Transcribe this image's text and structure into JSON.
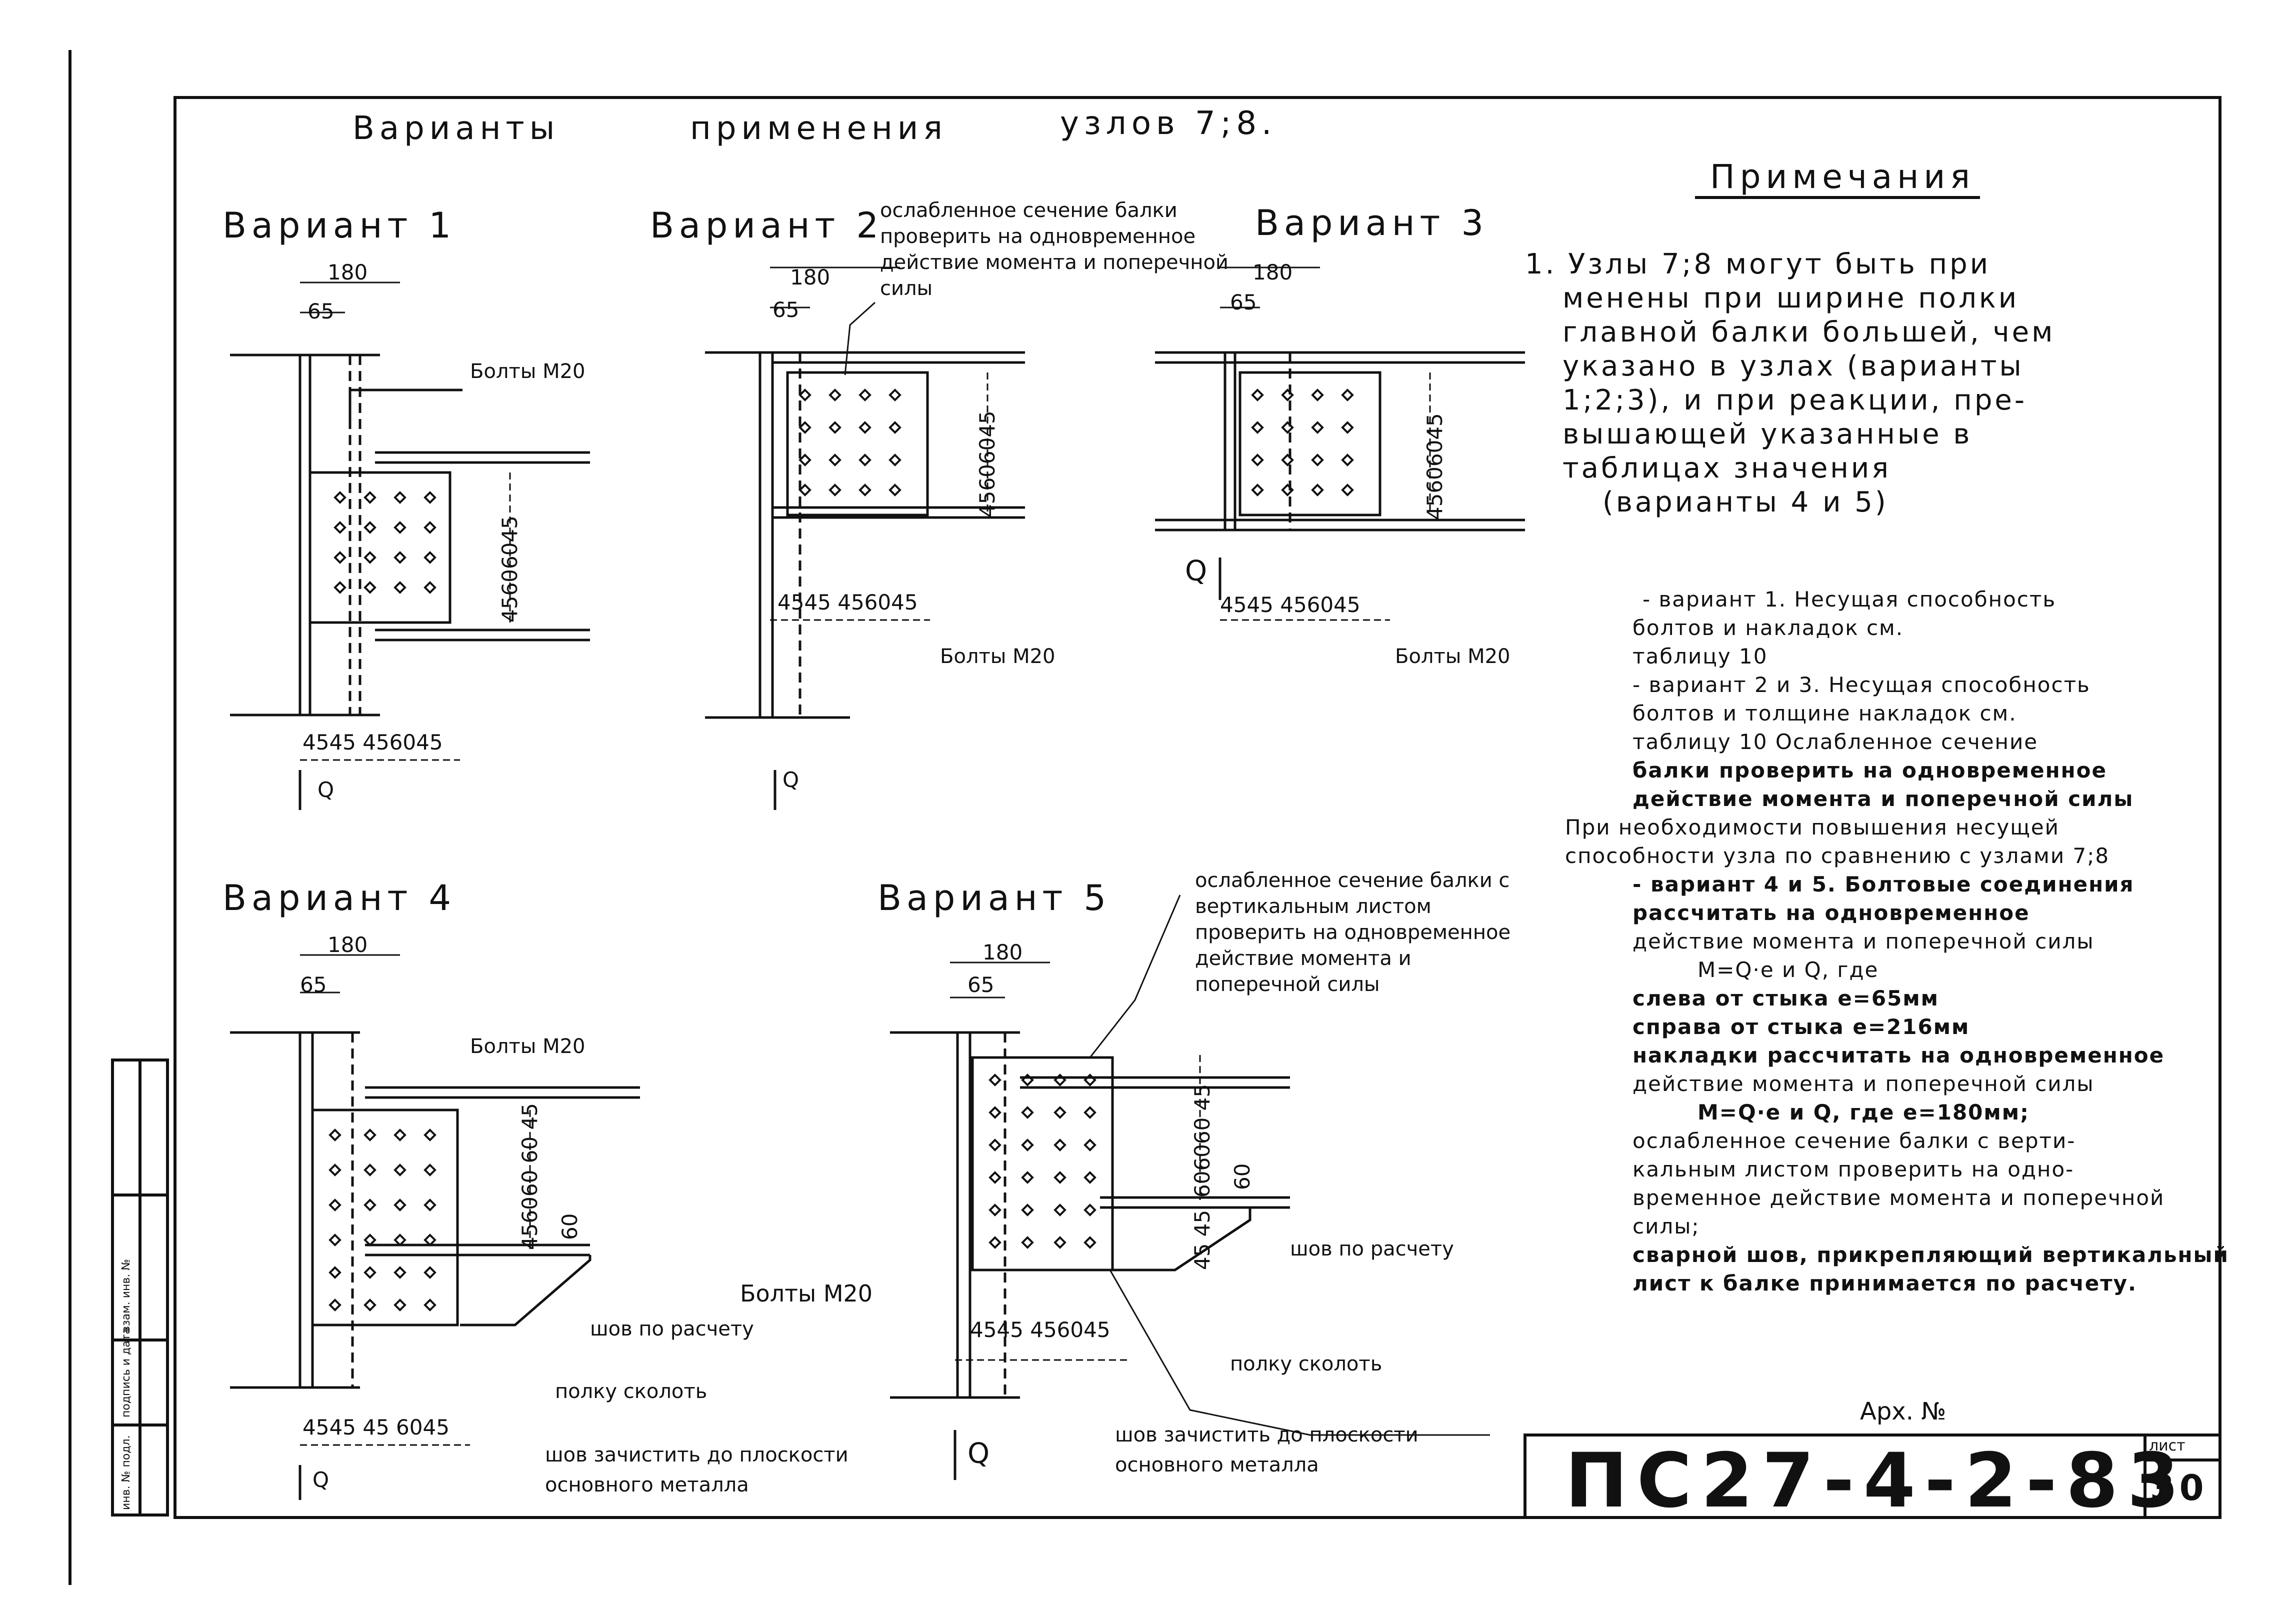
{
  "header": {
    "title_part1": "Варианты",
    "title_part2": "применения",
    "title_part3": "узлов 7;8."
  },
  "variants": [
    {
      "name": "Вариант 1",
      "dims_top": [
        "180",
        "65"
      ],
      "bolts": "Болты М20",
      "dims_vertical": "45606045",
      "dims_bottom": "4545 456045",
      "force": "Q"
    },
    {
      "name": "Вариант 2",
      "dims_top": [
        "180",
        "65"
      ],
      "bolts": "Болты М20",
      "dims_vertical": "45606045",
      "dims_bottom": "4545 456045",
      "force": "Q"
    },
    {
      "name": "Вариант 3",
      "dims_top": [
        "180",
        "65"
      ],
      "bolts": "Болты М20",
      "dims_vertical": "45606045",
      "dims_bottom": "4545 456045",
      "force": "Q"
    },
    {
      "name": "Вариант 4",
      "dims_top": [
        "180",
        "65"
      ],
      "bolts_top": "Болты М20",
      "bolts_bottom": "Болты М20",
      "dims_vertical": "456060 60 45",
      "dims_vertical_extra": "60",
      "weld": "шов по расчету",
      "flange": "полку сколоть",
      "weld_clean": "шов зачистить до плоскости основного металла",
      "dims_bottom": "4545 45 6045",
      "force": "Q"
    },
    {
      "name": "Вариант 5",
      "dims_top": [
        "180",
        "65"
      ],
      "dims_vertical": "606060 45",
      "dims_vertical_extra": "60",
      "dims_small": "45 45",
      "weld": "шов по расчету",
      "flange": "полку сколоть",
      "weld_clean": "шов зачистить до плоскости основного металла",
      "dims_bottom": "4545 456045",
      "force": "Q"
    }
  ],
  "callouts": {
    "v2": "ослабленное сечение балки проверить на одновременное действие момента и поперечной силы",
    "v5": "ослабленное сечение балки с вертикальным листом проверить на одновременное действие момента и поперечной силы"
  },
  "notes": {
    "heading": "Примечания",
    "main_lines": [
      "1. Узлы 7;8 могут быть при",
      "менены при ширине полки",
      "главной балки большей, чем",
      "указано в узлах (варианты",
      "1;2;3), и при реакции, пре-",
      "вышающей указанные в",
      "таблицах значения",
      "(варианты 4 и 5)"
    ],
    "sub_lines": [
      "- вариант 1. Несущая способность",
      "болтов и накладок см.",
      "таблицу 10",
      "- вариант 2 и 3. Несущая способность",
      "болтов и толщине накладок см.",
      "таблицу 10   Ослабленное сечение",
      "балки проверить на одновременное",
      "действие момента и поперечной силы",
      "При необходимости повышения несущей",
      "способности узла по сравнению с узлами 7;8",
      "- вариант 4 и 5. Болтовые соединения",
      "рассчитать на одновременное",
      "действие момента и поперечной силы",
      "M=Q·e и Q, где",
      "слева от стыка e=65мм",
      "справа от стыка e=216мм",
      "накладки рассчитать на одновременное",
      "действие момента и поперечной силы",
      "M=Q·e и Q, где e=180мм;",
      "ослабленное сечение балки с верти-",
      "кальным листом проверить на одно-",
      "временное действие момента и поперечной",
      "силы;",
      "сварной шов, прикрепляющий вертикальный",
      "лист к балке принимается по расчету."
    ]
  },
  "title_block": {
    "archive": "Арх. №",
    "code": "ПС27-4-2-83",
    "sheet_label": "лист",
    "sheet_number": "30",
    "side_columns": [
      "инв. № подл.",
      "подпись и дата",
      "взам. инв. №"
    ]
  }
}
